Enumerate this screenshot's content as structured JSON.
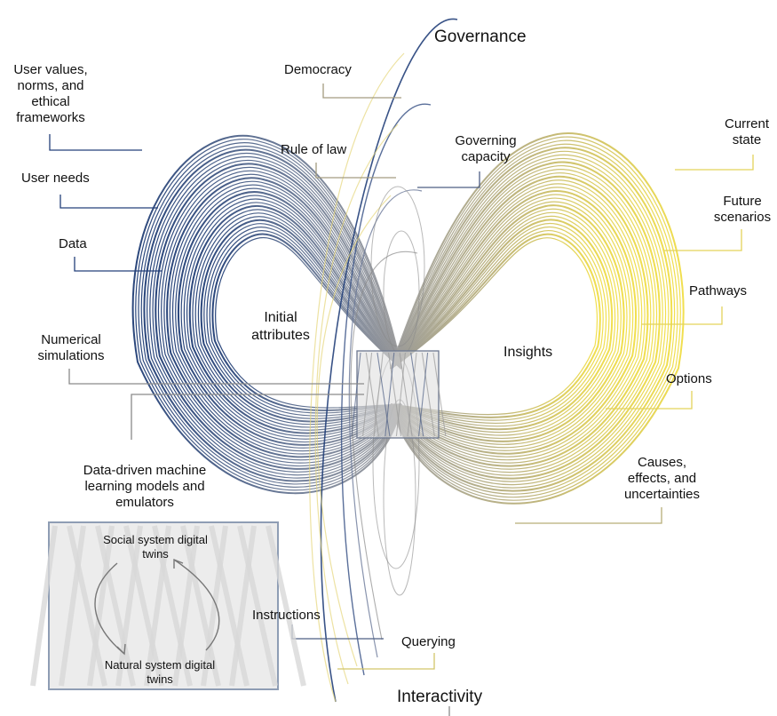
{
  "colors": {
    "left_lobe": "#1d3f7f",
    "right_lobe": "#e8d545",
    "neutral": "#808080",
    "connector": "#7a7a7a",
    "inset_bg": "#e9e9e9",
    "inset_border": "#8e9db4"
  },
  "labels": {
    "governance": "Governance",
    "interactivity": "Interactivity",
    "user_values": "User values,\nnorms, and\nethical\nframeworks",
    "user_needs": "User needs",
    "data": "Data",
    "numerical_simulations": "Numerical\nsimulations",
    "ml_models": "Data-driven machine\nlearning models and\nemulators",
    "democracy": "Democracy",
    "rule_of_law": "Rule of law",
    "governing_capacity": "Governing\ncapacity",
    "current_state": "Current\nstate",
    "future_scenarios": "Future\nscenarios",
    "pathways": "Pathways",
    "options": "Options",
    "causes": "Causes,\neffects, and\nuncertainties",
    "instructions": "Instructions",
    "querying": "Querying",
    "initial_attributes": "Initial\nattributes",
    "insights": "Insights"
  },
  "inset": {
    "social": "Social system digital\ntwins",
    "natural": "Natural system digital\ntwins"
  }
}
